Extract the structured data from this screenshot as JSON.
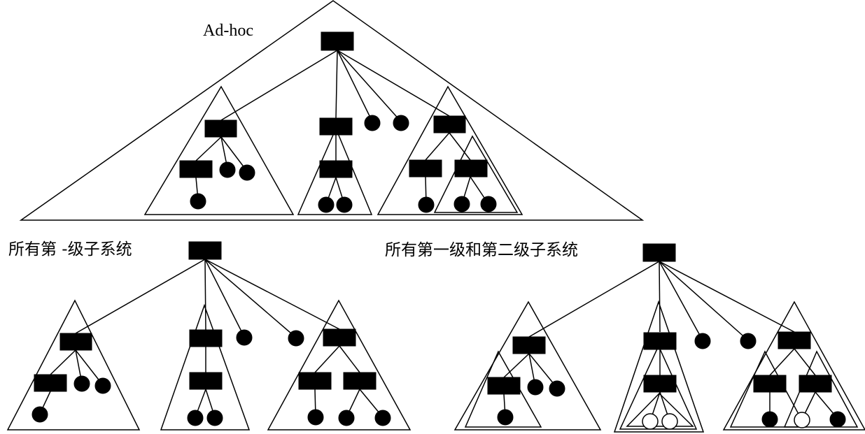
{
  "labels": {
    "adhoc": "Ad-hoc",
    "level1": "所有第 -级子系统",
    "level12": "所有第一级和第二级子系统"
  },
  "colors": {
    "line": "#000000",
    "fill": "#000000",
    "background": "#ffffff"
  }
}
